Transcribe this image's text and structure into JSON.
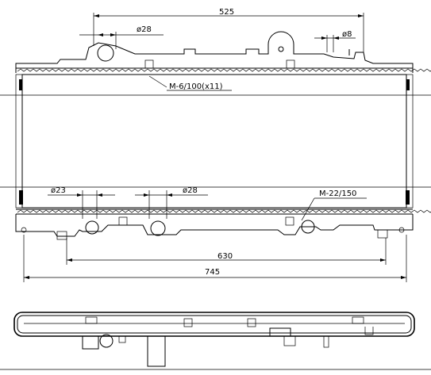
{
  "dimensions": {
    "top_width": "525",
    "top_pipe": "ø28",
    "top_small": "ø8",
    "fin_spec": "M-6/100(x11)",
    "bottom_left_pipe": "ø23",
    "bottom_mid_pipe": "ø28",
    "bottom_right_thread": "M-22/150",
    "inner_width": "630",
    "overall_width": "745"
  }
}
